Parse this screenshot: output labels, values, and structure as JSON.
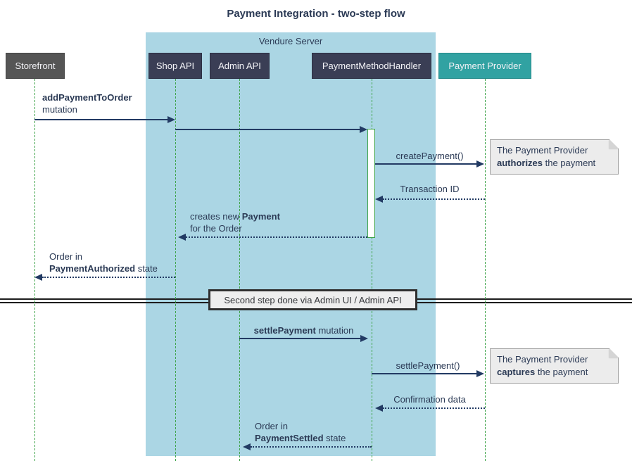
{
  "title": "Payment Integration - two-step flow",
  "server_box": {
    "label": "Vendure Server"
  },
  "participants": {
    "storefront": "Storefront",
    "shop_api": "Shop API",
    "admin_api": "Admin API",
    "handler": "PaymentMethodHandler",
    "provider": "Payment Provider"
  },
  "messages": {
    "add_payment": {
      "bold": "addPaymentToOrder",
      "line2": "mutation"
    },
    "create_payment": {
      "bold": "createPayment()"
    },
    "transaction_id": {
      "label": "Transaction ID"
    },
    "creates_payment": {
      "pre": "creates new ",
      "bold": "Payment",
      "line2": "for the Order"
    },
    "authorized_state": {
      "line1": "Order in",
      "bold": "PaymentAuthorized",
      "rest": " state"
    },
    "settle_mutation": {
      "bold": "settlePayment",
      "rest": " mutation"
    },
    "settle_call": {
      "bold": "settlePayment()"
    },
    "confirmation": {
      "label": "Confirmation data"
    },
    "settled_state": {
      "line1": "Order in",
      "bold": "PaymentSettled",
      "rest": " state"
    }
  },
  "notes": {
    "authorize": {
      "line1": "The Payment Provider",
      "bold": "authorizes",
      "rest": " the payment"
    },
    "capture": {
      "line1": "The Payment Provider",
      "bold": "captures",
      "rest": " the payment"
    }
  },
  "divider": {
    "label": "Second step done via Admin UI / Admin API"
  },
  "colors": {
    "title_text": "#2B3A55",
    "server_bg": "#ABD6E4",
    "participant_bg": "#3A3E55",
    "storefront_bg": "#555555",
    "provider_bg": "#31A2A2",
    "lifeline_green": "#3FA44A",
    "arrow_navy": "#223A63",
    "note_bg": "#ECECEC",
    "divider_bg": "#EEEEEE"
  }
}
